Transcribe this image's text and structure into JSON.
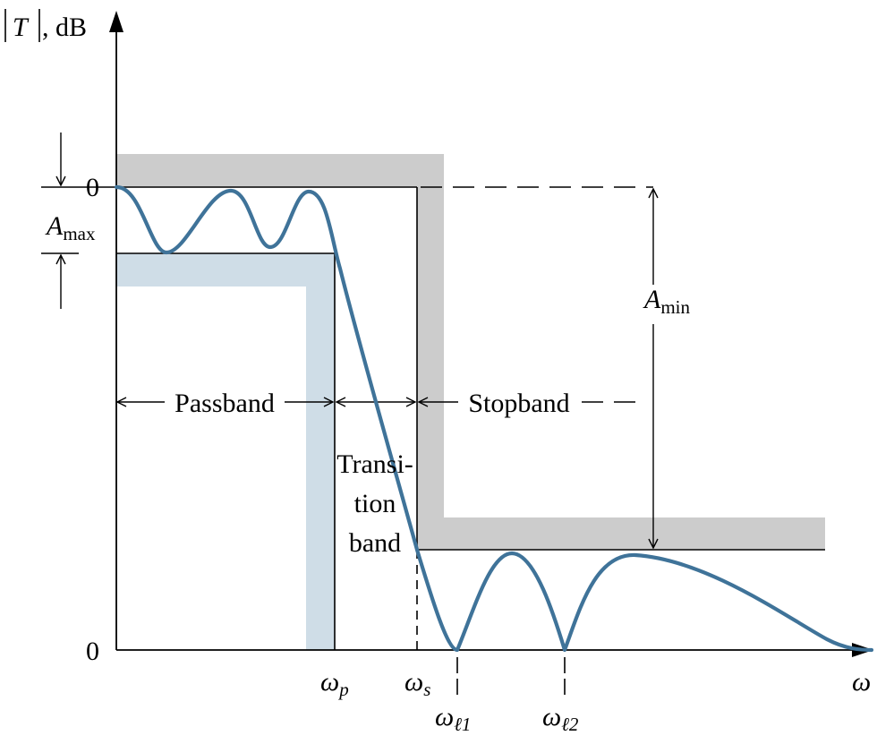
{
  "axes": {
    "y_label_T": "T",
    "y_label_unit": ", dB",
    "y_tick_top": "0",
    "y_tick_bottom": "0",
    "x_label": "ω"
  },
  "labels": {
    "a_max_main": "A",
    "a_max_sub": "max",
    "a_min_main": "A",
    "a_min_sub": "min",
    "passband": "Passband",
    "stopband": "Stopband",
    "transition_line1": "Transi-",
    "transition_line2": "tion",
    "transition_line3": "band"
  },
  "x_ticks": {
    "wp_main": "ω",
    "wp_sub": "p",
    "ws_main": "ω",
    "ws_sub": "s",
    "wl1_main": "ω",
    "wl1_sub": "ℓ1",
    "wl2_main": "ω",
    "wl2_sub": "ℓ2"
  },
  "colors": {
    "response_curve": "#3f7399",
    "stopband_spec": "#cccccc",
    "passband_spec": "#cfdde7",
    "lines": "#000000"
  }
}
